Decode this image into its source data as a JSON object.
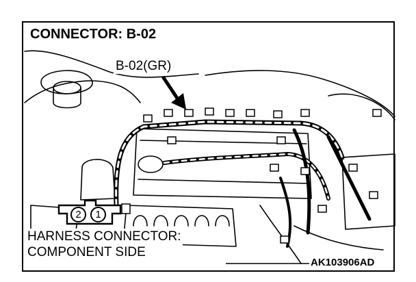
{
  "diagram": {
    "title": "CONNECTOR: B-02",
    "connector_callout": "B-02(GR)",
    "pins": [
      "2",
      "1"
    ],
    "caption_line1": "HARNESS CONNECTOR:",
    "caption_line2": "COMPONENT SIDE",
    "figure_code": "AK103906AD"
  },
  "colors": {
    "ink": "#000000",
    "paper": "#ffffff"
  }
}
